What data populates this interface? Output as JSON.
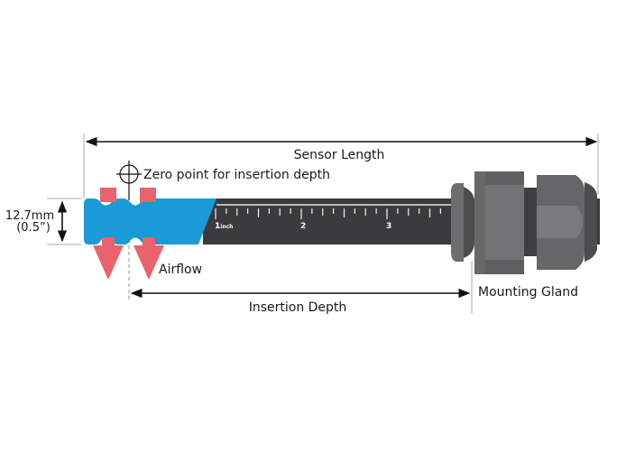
{
  "labels": {
    "sensor_length": "Sensor Length",
    "zero_point": "Zero point for insertion depth",
    "diameter_mm": "12.7mm",
    "diameter_in": "(0.5”)",
    "airflow": "Airflow",
    "insertion_depth": "Insertion Depth",
    "mounting_gland": "Mounting Gland"
  },
  "ruler": {
    "major_labels": [
      "1",
      "2",
      "3"
    ],
    "unit": "inch"
  },
  "colors": {
    "sensor_tip": "#1a9ad6",
    "probe_body": "#3b3b3d",
    "airflow_arrow": "#e8636b",
    "gland_dark": "#5a5a5c",
    "gland_light": "#7d7d80",
    "line": "#111111"
  }
}
